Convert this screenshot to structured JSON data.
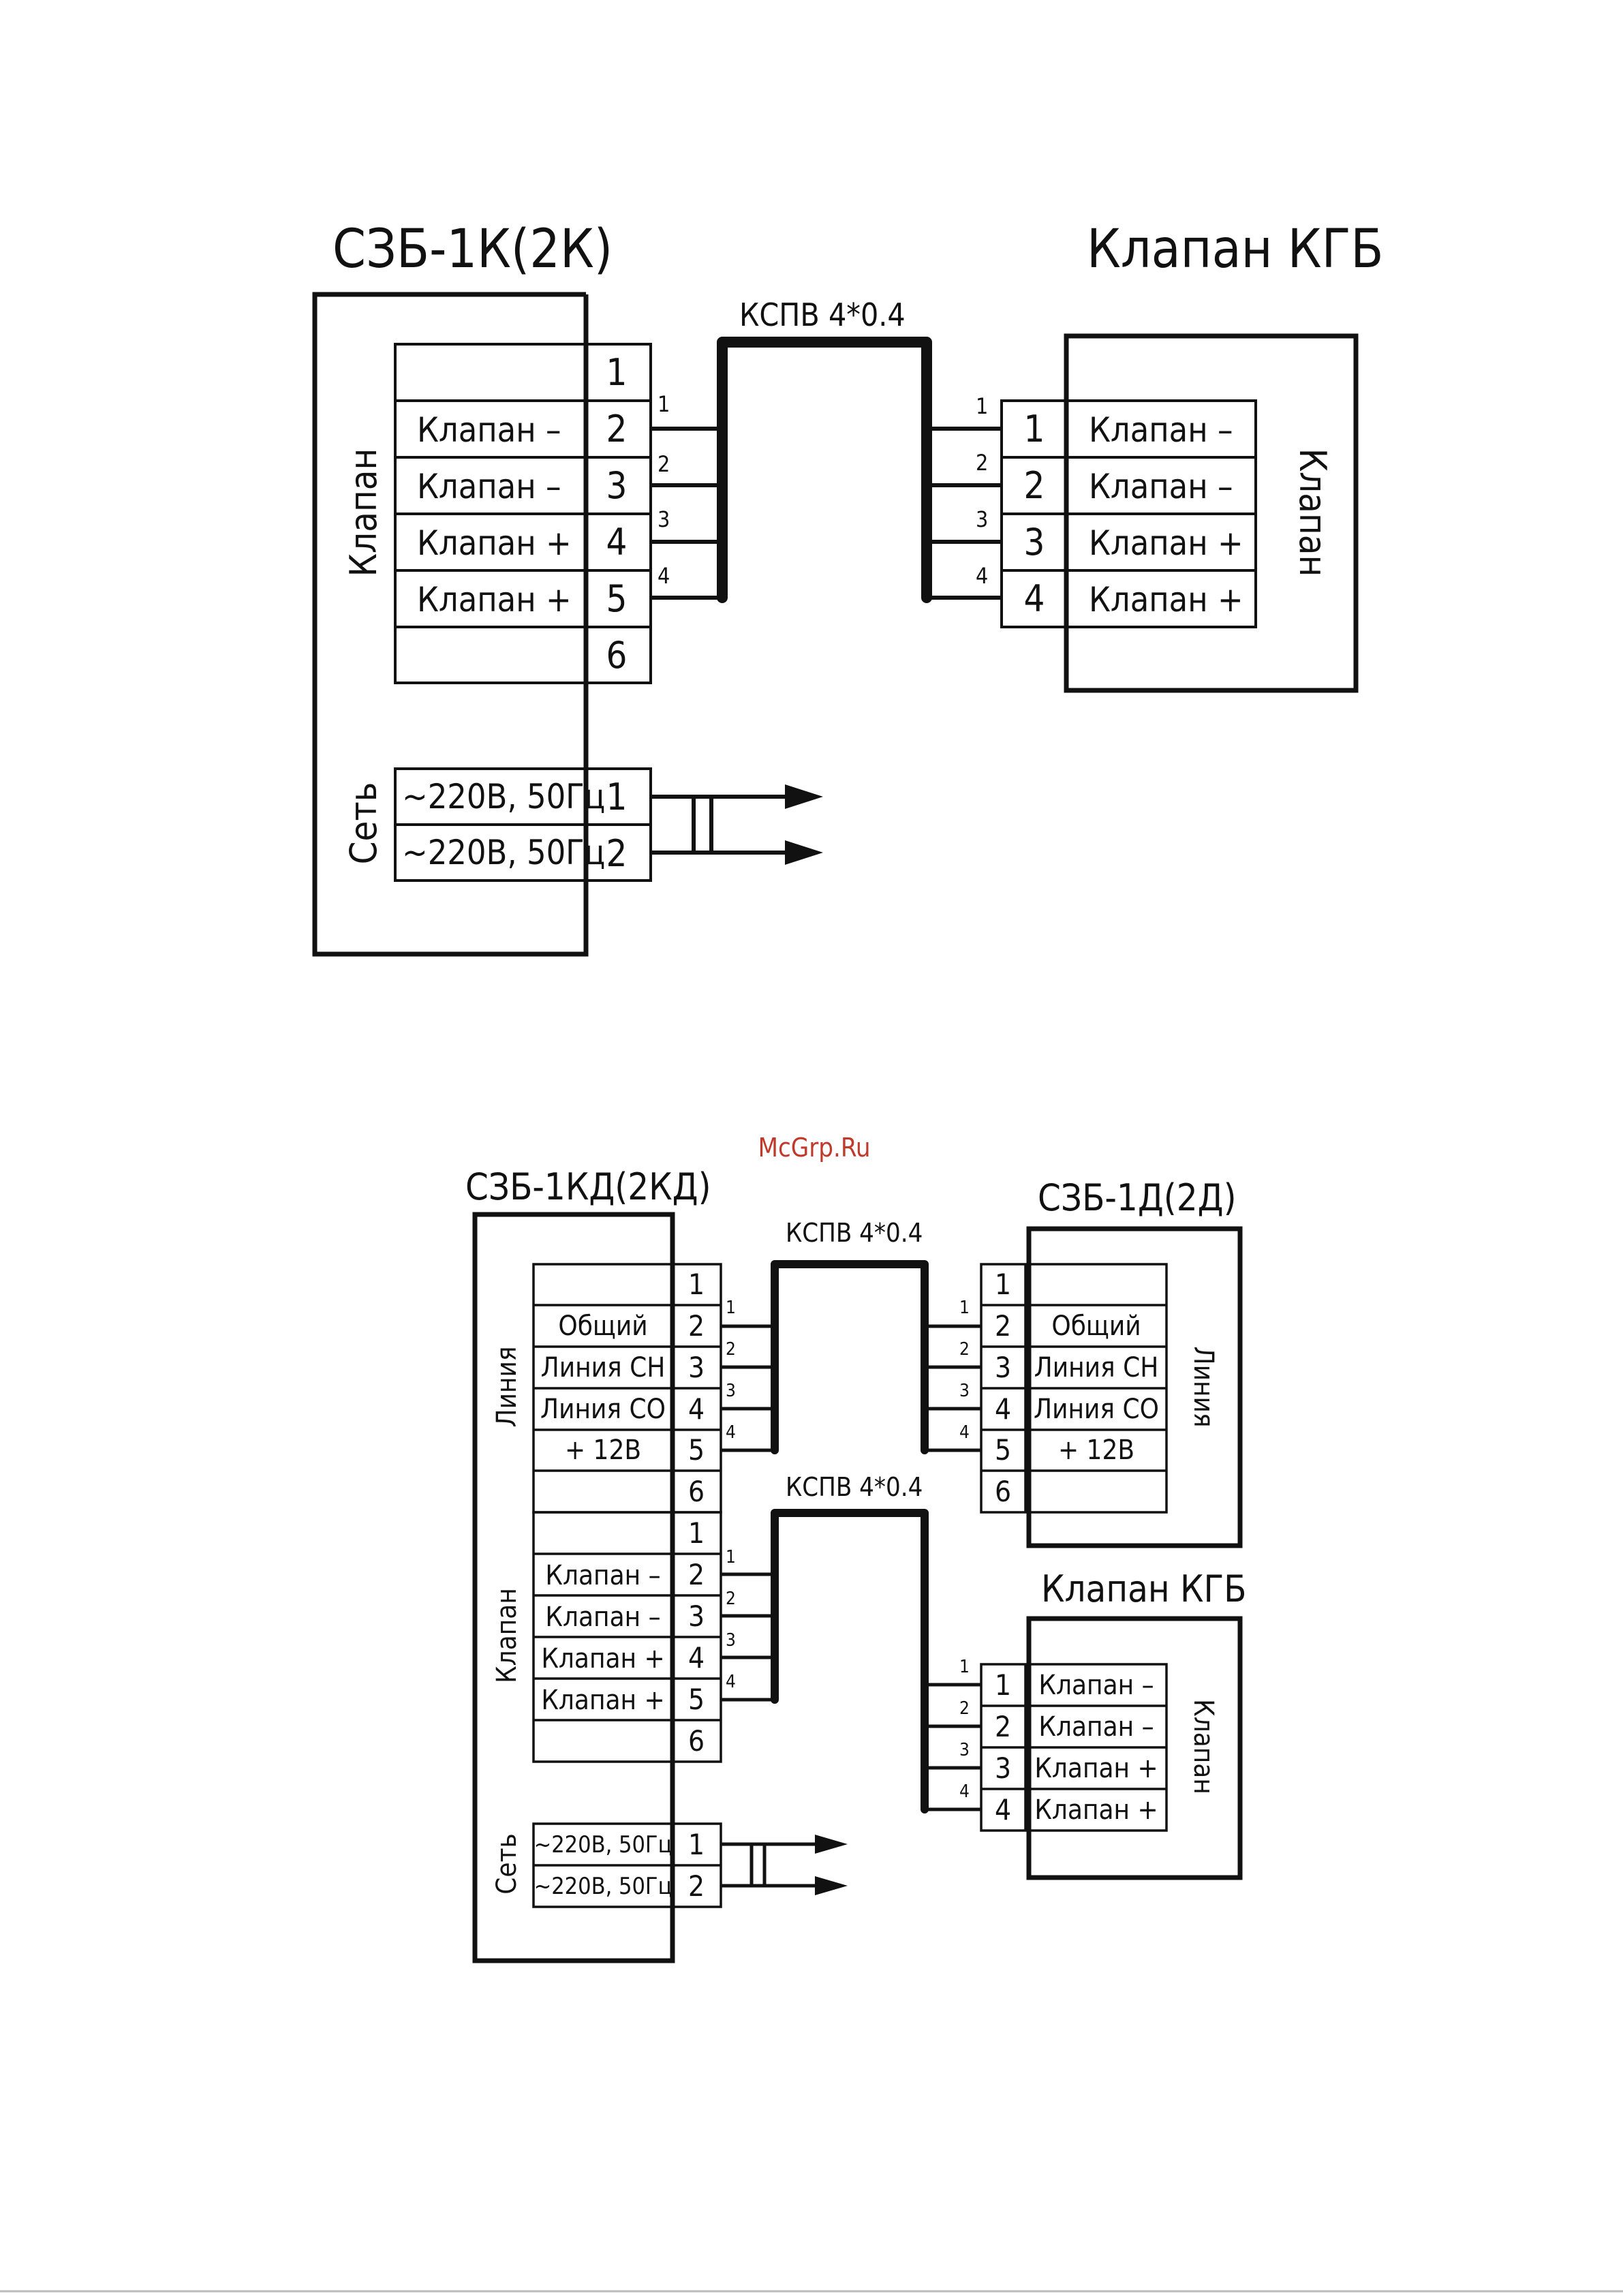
{
  "watermark": "McGrp.Ru",
  "diagram1": {
    "left_title": "СЗБ-1К(2К)",
    "right_title": "Клапан КГБ",
    "cable": "КСПВ 4*0.4",
    "left_valve_side": "Клапан",
    "left_net_side": "Сеть",
    "right_side": "Клапан",
    "left_rows": [
      {
        "num": "1",
        "label": ""
      },
      {
        "num": "2",
        "label": "Клапан –"
      },
      {
        "num": "3",
        "label": "Клапан –"
      },
      {
        "num": "4",
        "label": "Клапан +"
      },
      {
        "num": "5",
        "label": "Клапан +"
      },
      {
        "num": "6",
        "label": ""
      }
    ],
    "net_rows": [
      {
        "num": "1",
        "label": "~220В, 50Гц"
      },
      {
        "num": "2",
        "label": "~220В, 50Гц"
      }
    ],
    "right_rows": [
      {
        "num": "1",
        "label": "Клапан –"
      },
      {
        "num": "2",
        "label": "Клапан –"
      },
      {
        "num": "3",
        "label": "Клапан +"
      },
      {
        "num": "4",
        "label": "Клапан +"
      }
    ],
    "wire_numbers": [
      "1",
      "2",
      "3",
      "4"
    ]
  },
  "diagram2": {
    "left_title": "СЗБ-1КД(2КД)",
    "right_top_title": "СЗБ-1Д(2Д)",
    "right_bottom_title": "Клапан КГБ",
    "cable_top": "КСПВ 4*0.4",
    "cable_bottom": "КСПВ 4*0.4",
    "left_line_side": "Линия",
    "left_valve_side": "Клапан",
    "left_net_side": "Сеть",
    "right_top_side": "Линия",
    "right_bottom_side": "Клапан",
    "line_rows": [
      {
        "num": "1",
        "label": ""
      },
      {
        "num": "2",
        "label": "Общий"
      },
      {
        "num": "3",
        "label": "Линия СН"
      },
      {
        "num": "4",
        "label": "Линия СО"
      },
      {
        "num": "5",
        "label": "+ 12В"
      },
      {
        "num": "6",
        "label": ""
      }
    ],
    "valve_rows": [
      {
        "num": "1",
        "label": ""
      },
      {
        "num": "2",
        "label": "Клапан –"
      },
      {
        "num": "3",
        "label": "Клапан –"
      },
      {
        "num": "4",
        "label": "Клапан +"
      },
      {
        "num": "5",
        "label": "Клапан +"
      },
      {
        "num": "6",
        "label": ""
      }
    ],
    "net_rows": [
      {
        "num": "1",
        "label": "~220В, 50Гц"
      },
      {
        "num": "2",
        "label": "~220В, 50Гц"
      }
    ],
    "right_top_rows": [
      {
        "num": "1",
        "label": ""
      },
      {
        "num": "2",
        "label": "Общий"
      },
      {
        "num": "3",
        "label": "Линия СН"
      },
      {
        "num": "4",
        "label": "Линия СО"
      },
      {
        "num": "5",
        "label": "+ 12В"
      },
      {
        "num": "6",
        "label": ""
      }
    ],
    "right_bottom_rows": [
      {
        "num": "1",
        "label": "Клапан –"
      },
      {
        "num": "2",
        "label": "Клапан –"
      },
      {
        "num": "3",
        "label": "Клапан +"
      },
      {
        "num": "4",
        "label": "Клапан +"
      }
    ],
    "wire_numbers": [
      "1",
      "2",
      "3",
      "4"
    ]
  }
}
